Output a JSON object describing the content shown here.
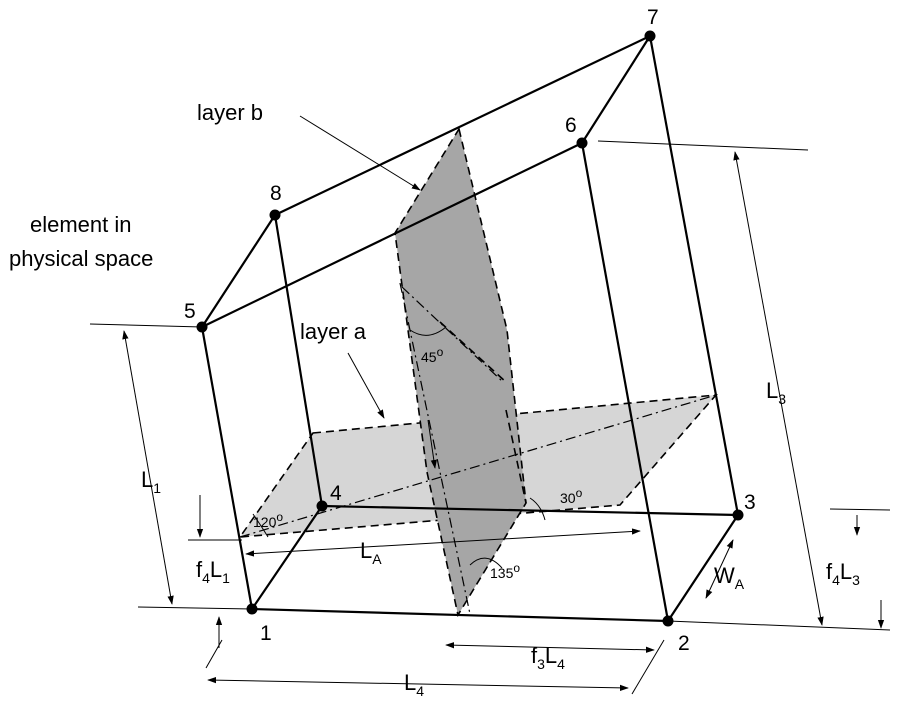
{
  "labels": {
    "element_line1": "element in",
    "element_line2": "physical space",
    "layer_a": "layer a",
    "layer_b": "layer b"
  },
  "nodes": [
    "1",
    "2",
    "3",
    "4",
    "5",
    "6",
    "7",
    "8"
  ],
  "angles": {
    "a45": "45",
    "a30": "30",
    "a120": "120",
    "a135": "135",
    "degree_mark": "o"
  },
  "dimensions": {
    "L1": {
      "main": "L",
      "sub": "1"
    },
    "L3": {
      "main": "L",
      "sub": "3"
    },
    "L4": {
      "main": "L",
      "sub": "4"
    },
    "LA": {
      "main": "L",
      "sub": "A"
    },
    "WA": {
      "main": "W",
      "sub": "A"
    },
    "f4L1": {
      "f": "f",
      "fsub": "4",
      "main": "L",
      "sub": "1"
    },
    "f4L3": {
      "f": "f",
      "fsub": "4",
      "main": "L",
      "sub": "3"
    },
    "f3L4": {
      "f": "f",
      "fsub": "3",
      "main": "L",
      "sub": "4"
    }
  },
  "colors": {
    "layer_a_fill": "#d6d6d6",
    "layer_b_fill": "#a6a6a6",
    "line": "#000000"
  }
}
